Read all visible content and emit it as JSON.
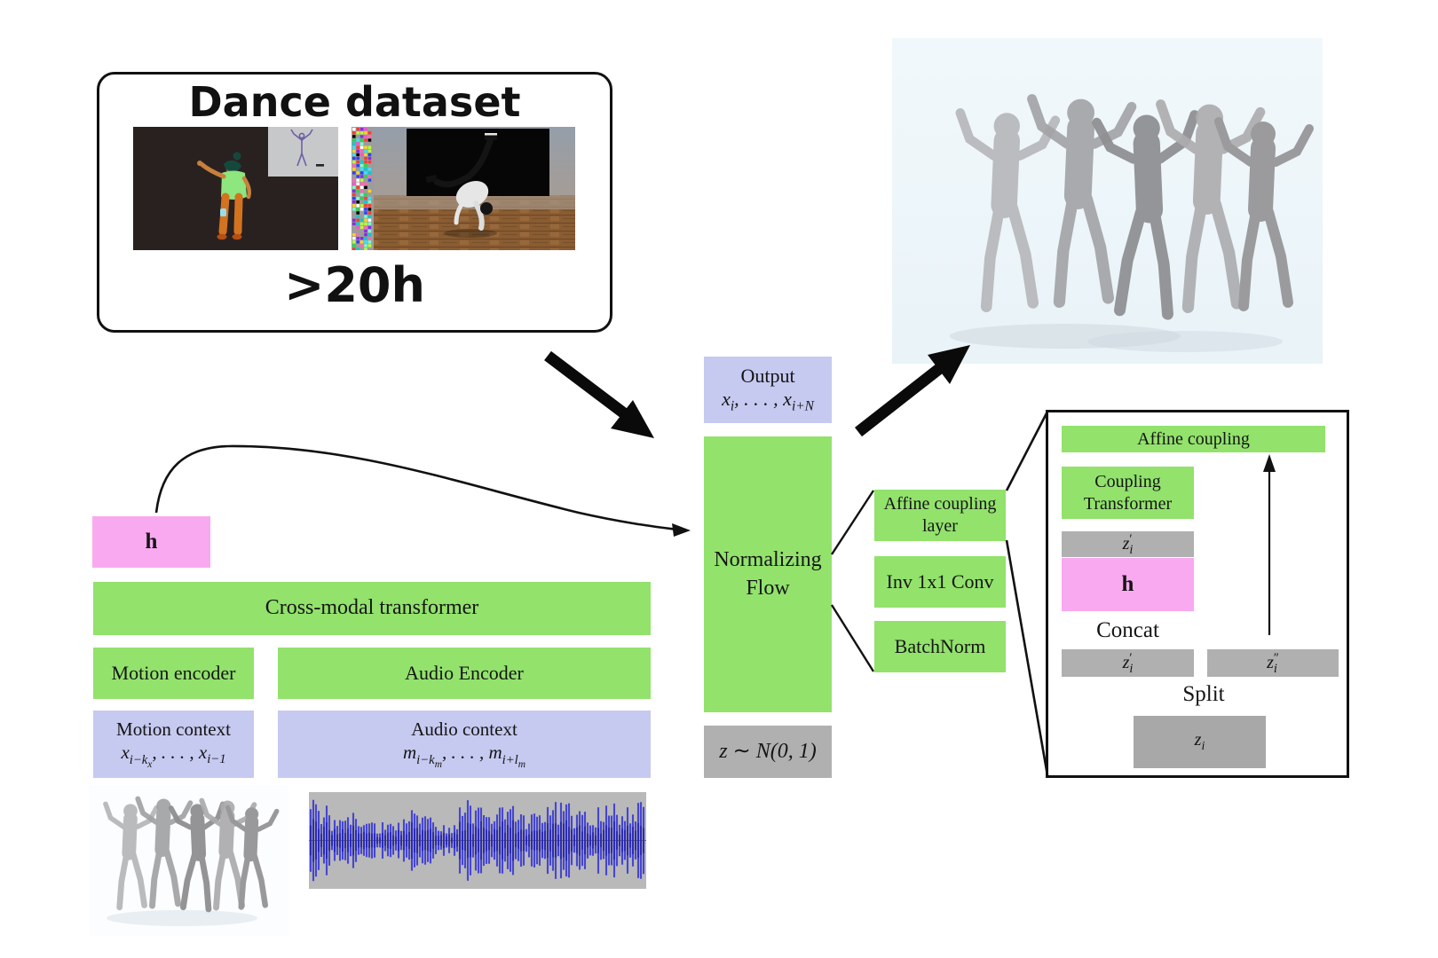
{
  "colors": {
    "green": "#92e26c",
    "lavender": "#c6c9f0",
    "pink": "#f9a9ef",
    "grey": "#b0b0b0",
    "waveform_blue": "#4646d2",
    "arrow_black": "#0a0a0a"
  },
  "dataset": {
    "title": "Dance dataset",
    "hours": ">20h"
  },
  "encoders": {
    "h": "h",
    "cross_modal": "Cross-modal transformer",
    "motion_encoder": "Motion encoder",
    "audio_encoder": "Audio Encoder",
    "motion_context_title": "Motion context",
    "motion_context_math": {
      "b1": "x",
      "s1": "i−k",
      "ss1": "x",
      "dots": ", . . . , ",
      "b2": "x",
      "s2": "i−1"
    },
    "audio_context_title": "Audio context",
    "audio_context_math": {
      "b1": "m",
      "s1": "i−k",
      "ss1": "m",
      "dots": ", . . . , ",
      "b2": "m",
      "s2": "i+l",
      "ss2": "m"
    }
  },
  "flow": {
    "output_title": "Output",
    "output_math": {
      "b1": "x",
      "s1": "i",
      "dots": ", . . . , ",
      "b2": "x",
      "s2": "i+N"
    },
    "normalizing_flow": "Normalizing Flow",
    "latent": {
      "z": "z",
      "sim": "∼",
      "dist": "N(0, 1)"
    }
  },
  "flow_layers": {
    "affine": "Affine coupling layer",
    "invconv": "Inv 1x1 Conv",
    "batchnorm": "BatchNorm"
  },
  "detail": {
    "affine_coupling": "Affine coupling",
    "coupling_transformer": "Coupling Transformer",
    "z_prime_top": {
      "b": "z",
      "sup": "′",
      "sub": "i"
    },
    "h": "h",
    "concat": "Concat",
    "z_prime_left": {
      "b": "z",
      "sup": "′",
      "sub": "i"
    },
    "z_dprime_right": {
      "b": "z",
      "sup": "″",
      "sub": "i"
    },
    "split": "Split",
    "z_bottom": {
      "b": "z",
      "sub": "i"
    }
  }
}
